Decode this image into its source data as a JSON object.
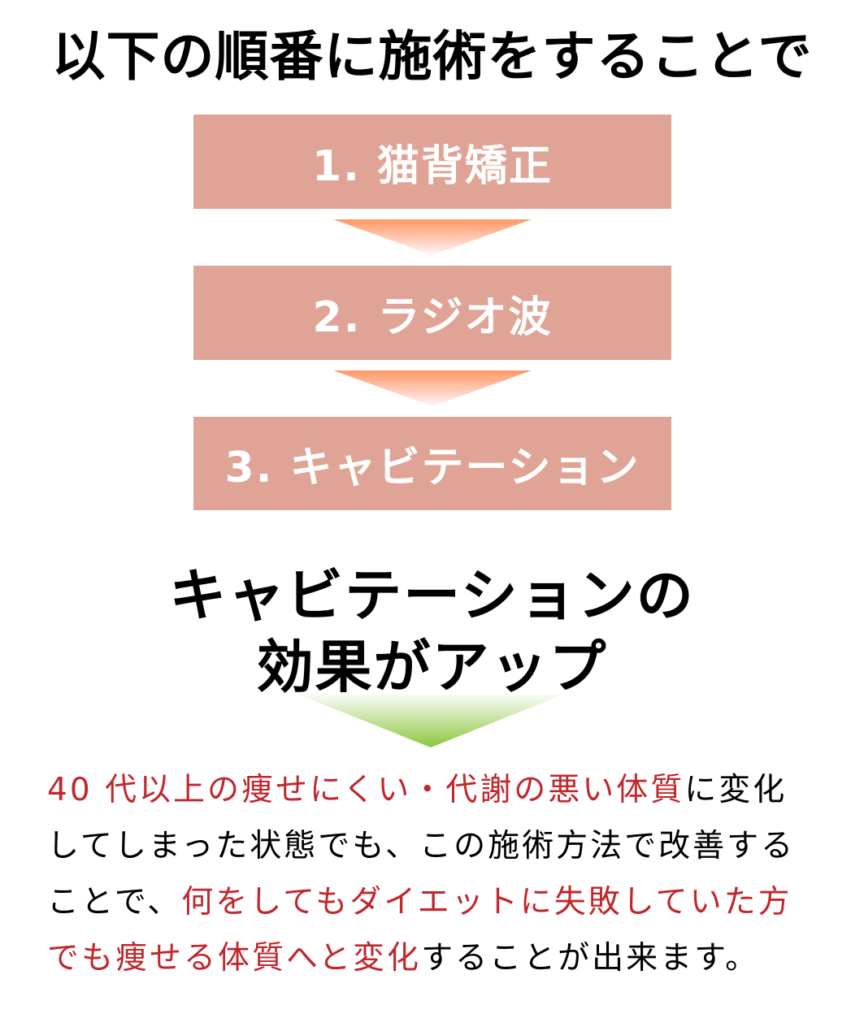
{
  "title": "以下の順番に施術をすることで",
  "steps": [
    {
      "label": "1. 猫背矯正"
    },
    {
      "label": "2. ラジオ波"
    },
    {
      "label": "3. キャビテーション"
    }
  ],
  "result": {
    "line1": "キャビテーションの",
    "line2": "効果がアップ"
  },
  "description": {
    "lines": [
      [
        {
          "text": "40 代以上の痩せにくい・代謝の悪い体質",
          "color": "red"
        },
        {
          "text": "に変化",
          "color": "black"
        }
      ],
      [
        {
          "text": "してしまった状態でも、この施術方法で改善する",
          "color": "black"
        }
      ],
      [
        {
          "text": "ことで、",
          "color": "black"
        },
        {
          "text": "何をしてもダイエットに失敗していた方",
          "color": "red"
        }
      ],
      [
        {
          "text": "でも痩せる体質へと変化",
          "color": "red"
        },
        {
          "text": "することが出来ます。",
          "color": "black"
        }
      ]
    ]
  },
  "colors": {
    "step_box": "#e0a496",
    "highlight": "#c1272d",
    "arrow_orange": "#ff9966",
    "arrow_green": "#8cc63f"
  }
}
